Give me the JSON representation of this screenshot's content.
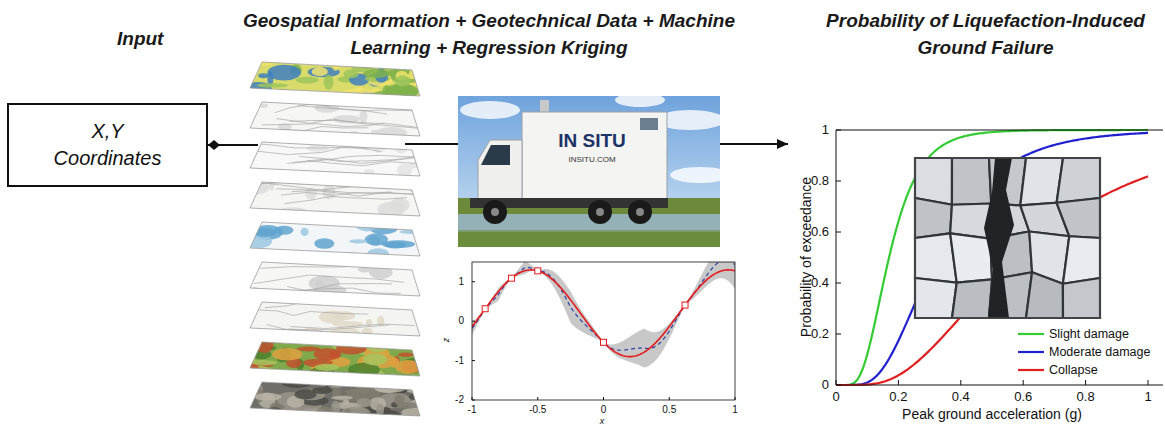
{
  "diagram": {
    "nodes": [
      {
        "text": [
          "Input",
          "X,Y Coordinates"
        ]
      },
      {
        "text": [
          "Geospatial Information + Geotechnical Data + Machine Learning + Regression Kriging"
        ]
      },
      {
        "text": [
          "Probability of Liquefaction-Induced Ground Failure"
        ]
      }
    ],
    "edges": [
      {
        "from": 1,
        "to": 0,
        "arrow": "to"
      },
      {
        "from": 1,
        "to": 2,
        "arrow": "to"
      }
    ],
    "labels": [
      "IN SITU",
      "INSITU.COM",
      "1",
      "0",
      "-1",
      "-2",
      "-1",
      "-0.5",
      "0",
      "0.5",
      "1",
      "z",
      "x",
      "1",
      "0.8",
      "0.6",
      "0.4",
      "0.2",
      "0",
      "0",
      "0.2",
      "0.4",
      "0.6",
      "0.8",
      "1",
      "Probability of exceedance",
      "Peak ground acceleration (g)"
    ],
    "legend": [
      {
        "text": "Slight damage"
      },
      {
        "text": "Moderate damage"
      },
      {
        "text": "Collapse"
      }
    ]
  }
}
